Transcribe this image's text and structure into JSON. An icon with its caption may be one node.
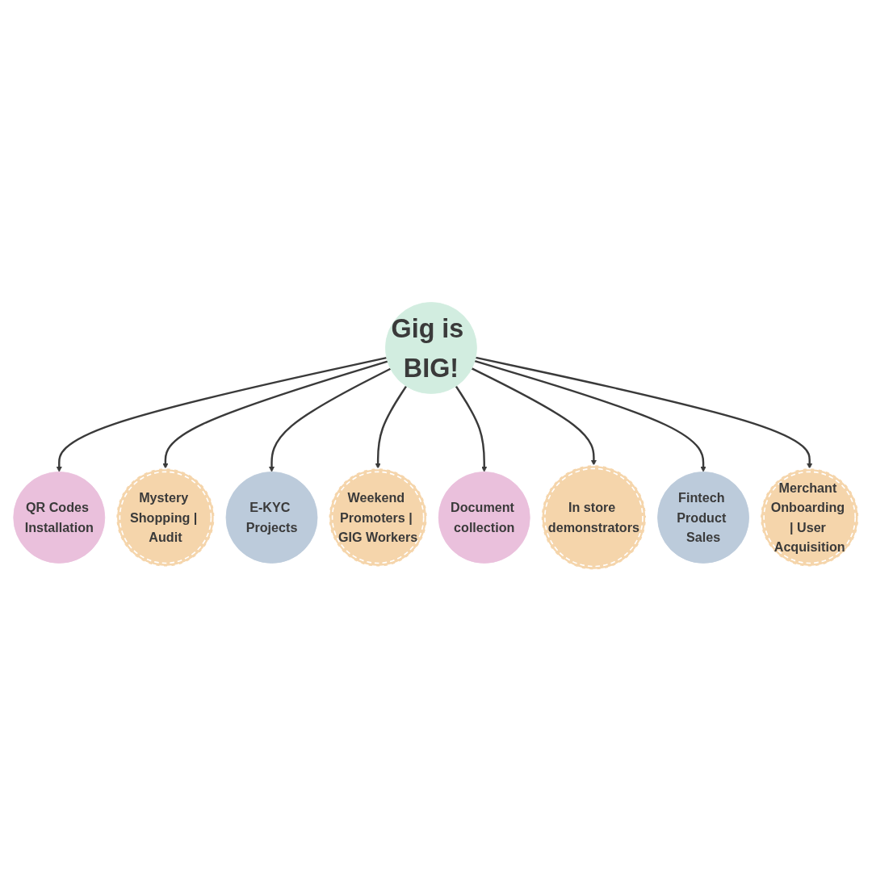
{
  "diagram": {
    "nodes": [
      {
        "text": [
          "Gig is BIG!"
        ]
      },
      {
        "text": [
          "QR Codes Installation"
        ]
      },
      {
        "text": [
          "Mystery Shopping | Audit"
        ]
      },
      {
        "text": [
          "E-KYC Projects"
        ]
      },
      {
        "text": [
          "Weekend Promoters | GIG Workers"
        ]
      },
      {
        "text": [
          "Document collection"
        ]
      },
      {
        "text": [
          "In store demonstrators"
        ]
      },
      {
        "text": [
          "Fintech Product Sales"
        ]
      },
      {
        "text": [
          "Merchant Onboarding | User Acquisition"
        ]
      }
    ],
    "edges": [
      {
        "from": 0,
        "to": 1,
        "arrow": "to"
      },
      {
        "from": 0,
        "to": 2,
        "arrow": "to"
      },
      {
        "from": 0,
        "to": 3,
        "arrow": "to"
      },
      {
        "from": 0,
        "to": 4,
        "arrow": "to"
      },
      {
        "from": 0,
        "to": 5,
        "arrow": "to"
      },
      {
        "from": 0,
        "to": 6,
        "arrow": "to"
      },
      {
        "from": 0,
        "to": 7,
        "arrow": "to"
      },
      {
        "from": 0,
        "to": 8,
        "arrow": "to"
      }
    ]
  }
}
